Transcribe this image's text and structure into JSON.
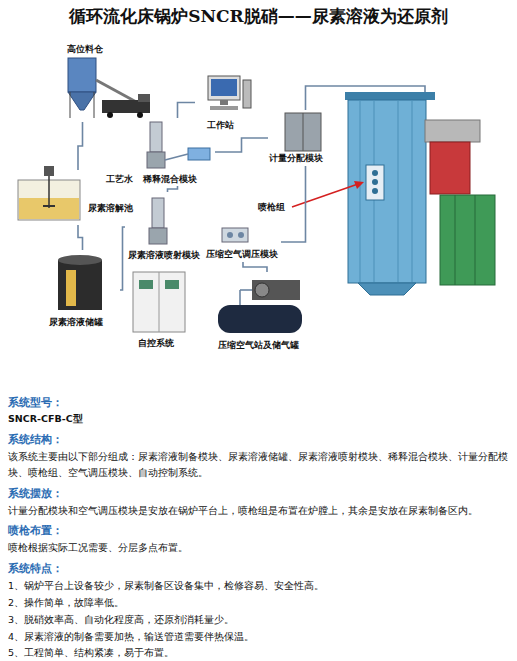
{
  "diagram": {
    "title": "循环流化床锅炉SNCR脱硝——尿素溶液为还原剂",
    "nodes": [
      {
        "text": [
          "高位料仓"
        ]
      },
      {
        "text": [
          "工作站"
        ]
      },
      {
        "text": [
          "稀释混合模块"
        ]
      },
      {
        "text": [
          "尿素溶解池"
        ]
      },
      {
        "text": [
          "尿素溶液喷射模块"
        ]
      },
      {
        "text": [
          "压缩空气调压模块"
        ]
      },
      {
        "text": [
          "计量分配模块"
        ]
      },
      {
        "text": [
          "喷枪组"
        ]
      },
      {
        "text": [
          "尿素溶液储罐"
        ]
      },
      {
        "text": [
          "自控系统"
        ]
      },
      {
        "text": [
          "压缩空气站及储气罐"
        ]
      }
    ],
    "edges": [
      {
        "from": 0,
        "to": 3,
        "arrow": "none"
      },
      {
        "from": 3,
        "to": 8,
        "arrow": "none"
      },
      {
        "from": 8,
        "to": 4,
        "arrow": "none"
      },
      {
        "from": 4,
        "to": 2,
        "arrow": "none"
      },
      {
        "from": 2,
        "to": 6,
        "arrow": "none"
      },
      {
        "from": 6,
        "to": 7,
        "arrow": "none"
      },
      {
        "from": 10,
        "to": 5,
        "arrow": "none"
      },
      {
        "from": 5,
        "to": 6,
        "arrow": "none"
      },
      {
        "from": 1,
        "to": 2,
        "arrow": "none"
      }
    ],
    "labels": [
      "工艺水",
      "系统型号：",
      "SNCR-CFB-C型",
      "系统结构：",
      "该系统主要由以下部分组成：尿素溶液制备模块、尿素溶液储罐、尿素溶液喷射模块、稀释混合模块、计量分配模块、喷枪组、空气调压模块、自动控制系统。",
      "系统摆放：",
      "计量分配模块和空气调压模块是安放在锅炉平台上，喷枪组是布置在炉膛上，其余是安放在尿素制备区内。",
      "喷枪布置：",
      "喷枪根据实际工况需要、分层多点布置。",
      "系统特点：",
      "1、锅炉平台上设备较少，尿素制备区设备集中，检修容易、安全性高。",
      "2、操作简单，故障率低。",
      "3、脱硝效率高、自动化程度高，还原剂消耗量少。",
      "4、尿素溶液的制备需要加热，输送管道需要伴热保温。",
      "5、工程简单、结构紧凑，易于布置。"
    ]
  }
}
